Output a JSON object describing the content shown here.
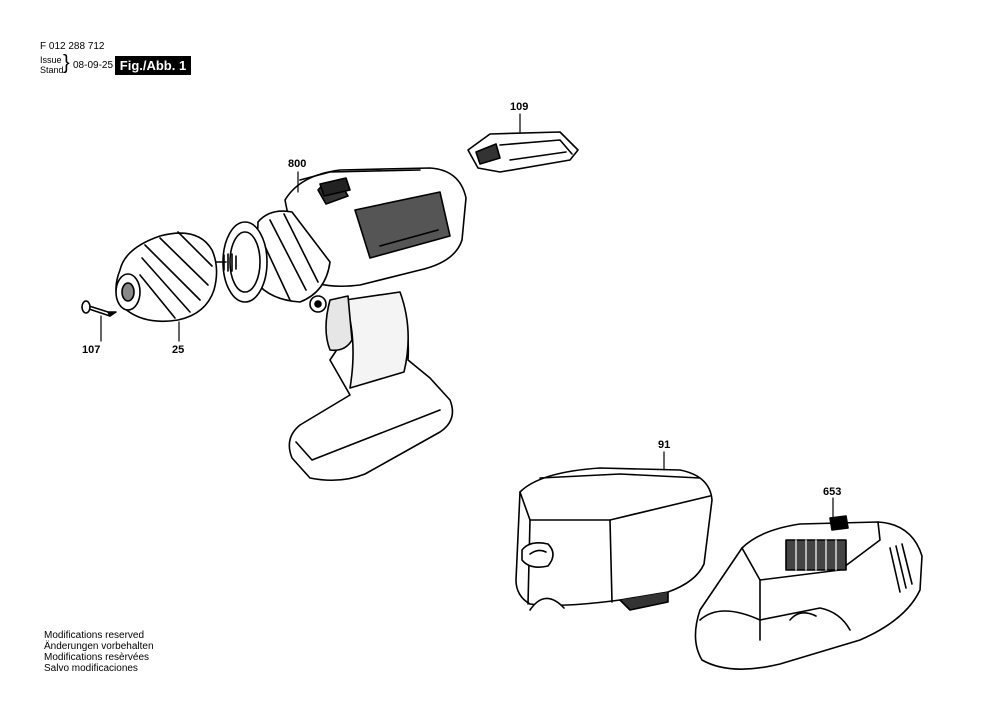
{
  "header": {
    "doc_number": "F 012 288 712",
    "issue_label": "Issue",
    "stand_label": "Stand",
    "date": "08-09-25",
    "figure_label": "Fig./Abb. 1"
  },
  "parts": [
    {
      "id": "107",
      "name": "screw"
    },
    {
      "id": "25",
      "name": "chuck"
    },
    {
      "id": "800",
      "name": "drill-body"
    },
    {
      "id": "109",
      "name": "belt-clip"
    },
    {
      "id": "91",
      "name": "battery-pack"
    },
    {
      "id": "653",
      "name": "charger"
    }
  ],
  "footer": {
    "lines": [
      "Modifications reserved",
      "Änderungen vorbehalten",
      "Modifications resèrvées",
      "Salvo modificaciones"
    ]
  }
}
